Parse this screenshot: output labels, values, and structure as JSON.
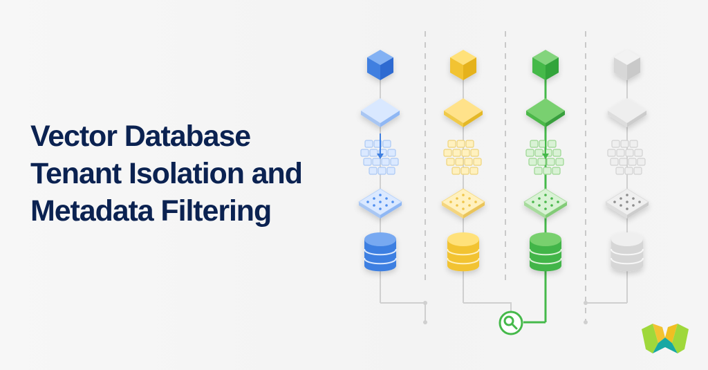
{
  "title": {
    "lines": [
      "Vector Database",
      "Tenant Isolation and",
      "Metadata Filtering"
    ]
  },
  "diagram": {
    "tenant_lanes": [
      {
        "color_family": "blue",
        "primary": "#3f7fe0",
        "light": "#dbe9ff",
        "mid": "#8fb7f4"
      },
      {
        "color_family": "yellow",
        "primary": "#f2c332",
        "light": "#fff1bf",
        "mid": "#f6d978"
      },
      {
        "color_family": "green",
        "primary": "#45b94a",
        "light": "#d9f2d5",
        "mid": "#95d48c"
      },
      {
        "color_family": "gray",
        "primary": "#d3d3d3",
        "light": "#efefef",
        "mid": "#dddddd"
      }
    ],
    "stages": [
      "cube",
      "flat-tile",
      "vector-grid",
      "dot-tile",
      "database"
    ],
    "highlight_path_color": "#45b94a",
    "connector_color": "#cfcfcf",
    "divider_color": "#c9c9c9"
  },
  "brand": {
    "icon": "w-logo-icon",
    "colors": [
      "#a8d83a",
      "#f2c332",
      "#18a8a3"
    ]
  }
}
